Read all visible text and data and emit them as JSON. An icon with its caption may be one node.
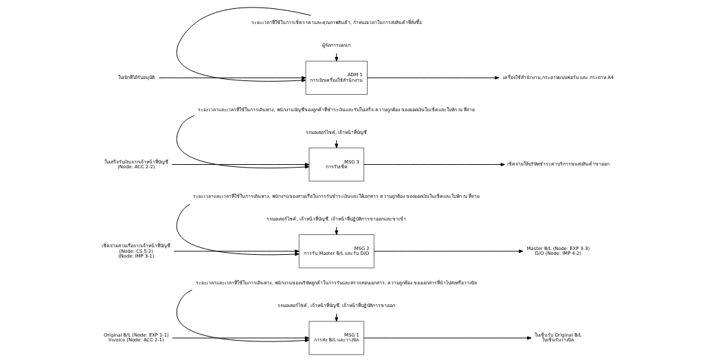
{
  "diagram": {
    "nodes": [
      {
        "text": [
          "ระยะเวลาและเวลาที่ใช้ในการเดินทาง, พนักงานของบริษัทลูกค้าในการรับและตรวจสอบเอกสาร, ความถูกต้อง ของเอกสารที่นำไปส่งหรือวางบิล"
        ]
      },
      {
        "text": [
          "Original B/L (Node: EXP 1-1)",
          "Invoice (Node: ACC 2-1)"
        ]
      },
      {
        "text": [
          "MSG 1",
          "การส่ง B/L และวางบิล"
        ]
      },
      {
        "text": [
          "ใบเซ็นรับ Original B/L",
          "ใบเซ็นรับวางบิล"
        ]
      },
      {
        "text": [
          "รถมอเตอร์ไซค์, เจ้าหน้าที่บัญชี, เจ้าหน้าที่ปฏิบัติการขาออก"
        ]
      },
      {
        "text": [
          "ระยะเวลาและเวลาที่ใช้ในการเดินทาง, พนักงานของสายเรือในการรับชำระเงินและให้เอกสาร ความถูกต้อง ของยอดเงินในเช็คและใบหัก ณ ที่จ่าย"
        ]
      },
      {
        "text": [
          "เช็คจ่ายสายเรือจากเจ้าหน้าที่บัญชี",
          "(Node: CS 5-2)",
          "(Node: IMP 3-1)"
        ]
      },
      {
        "text": [
          "MSG 2",
          "การรับ Master B/L และรับ D/O"
        ]
      },
      {
        "text": [
          "Master B/L (Node: EXP 3-3)",
          "D/O (Node: IMP 4-2)"
        ]
      },
      {
        "text": [
          "รถมอเตอร์ไซค์, เจ้าหน้าที่บัญชี, เจ้าหน้าที่ปฏิบัติการขาออกและขาเข้า"
        ]
      },
      {
        "text": [
          "ระยะเวลาและเวลาที่ใช้ในการเดินทาง, พนักงานบัญชีของลูกค้าที่ชำระเงินและรับใบเสร็จ ความถูกต้อง ของยอดเงินในเช็คและใบหัก ณ ที่จ่าย"
        ]
      },
      {
        "text": [
          "ใบเสร็จรับเงินจากเจ้าหน้าที่บัญชี",
          "(Node: ACC 2-2)"
        ]
      },
      {
        "text": [
          "MSG 3",
          "การรับเช็ค"
        ]
      },
      {
        "text": [
          "เช็คจ่ายให้บริษัทชำระค่าบริการขนส่งสินค้าขาออก"
        ]
      },
      {
        "text": [
          "รถมอเตอร์ไซค์, เจ้าหน้าที่บัญชี"
        ]
      },
      {
        "text": [
          "ระยะเวลาที่ใช้ในการเช็คราคาและคุณภาพสินค้า, กำหนดเวลาในการส่งสินค้าที่สั่งซื้อ"
        ]
      },
      {
        "text": [
          "ใบเบิกที่ได้รับอนุมัติ"
        ]
      },
      {
        "text": [
          "ADM 1",
          "การเบิกเครื่องใช้สำนักงาน"
        ]
      },
      {
        "text": [
          "เครื่องใช้สำนักงาน,กระดาษแบบฟอร์ม และ กระดาษ A4"
        ]
      },
      {
        "text": [
          "ผู้จัดการแผนก"
        ]
      }
    ],
    "edges": [
      {
        "from": 0,
        "to": 2,
        "arrow": "to"
      },
      {
        "from": 1,
        "to": 2,
        "arrow": "to"
      },
      {
        "from": 2,
        "to": 3,
        "arrow": "to"
      },
      {
        "from": 4,
        "to": 2,
        "arrow": "to"
      },
      {
        "from": 5,
        "to": 7,
        "arrow": "to"
      },
      {
        "from": 6,
        "to": 7,
        "arrow": "to"
      },
      {
        "from": 7,
        "to": 8,
        "arrow": "to"
      },
      {
        "from": 9,
        "to": 7,
        "arrow": "to"
      },
      {
        "from": 10,
        "to": 12,
        "arrow": "to"
      },
      {
        "from": 11,
        "to": 12,
        "arrow": "to"
      },
      {
        "from": 12,
        "to": 13,
        "arrow": "to"
      },
      {
        "from": 14,
        "to": 12,
        "arrow": "to"
      },
      {
        "from": 15,
        "to": 17,
        "arrow": "to"
      },
      {
        "from": 16,
        "to": 17,
        "arrow": "to"
      },
      {
        "from": 17,
        "to": 18,
        "arrow": "to"
      },
      {
        "from": 19,
        "to": 17,
        "arrow": "to"
      }
    ]
  }
}
